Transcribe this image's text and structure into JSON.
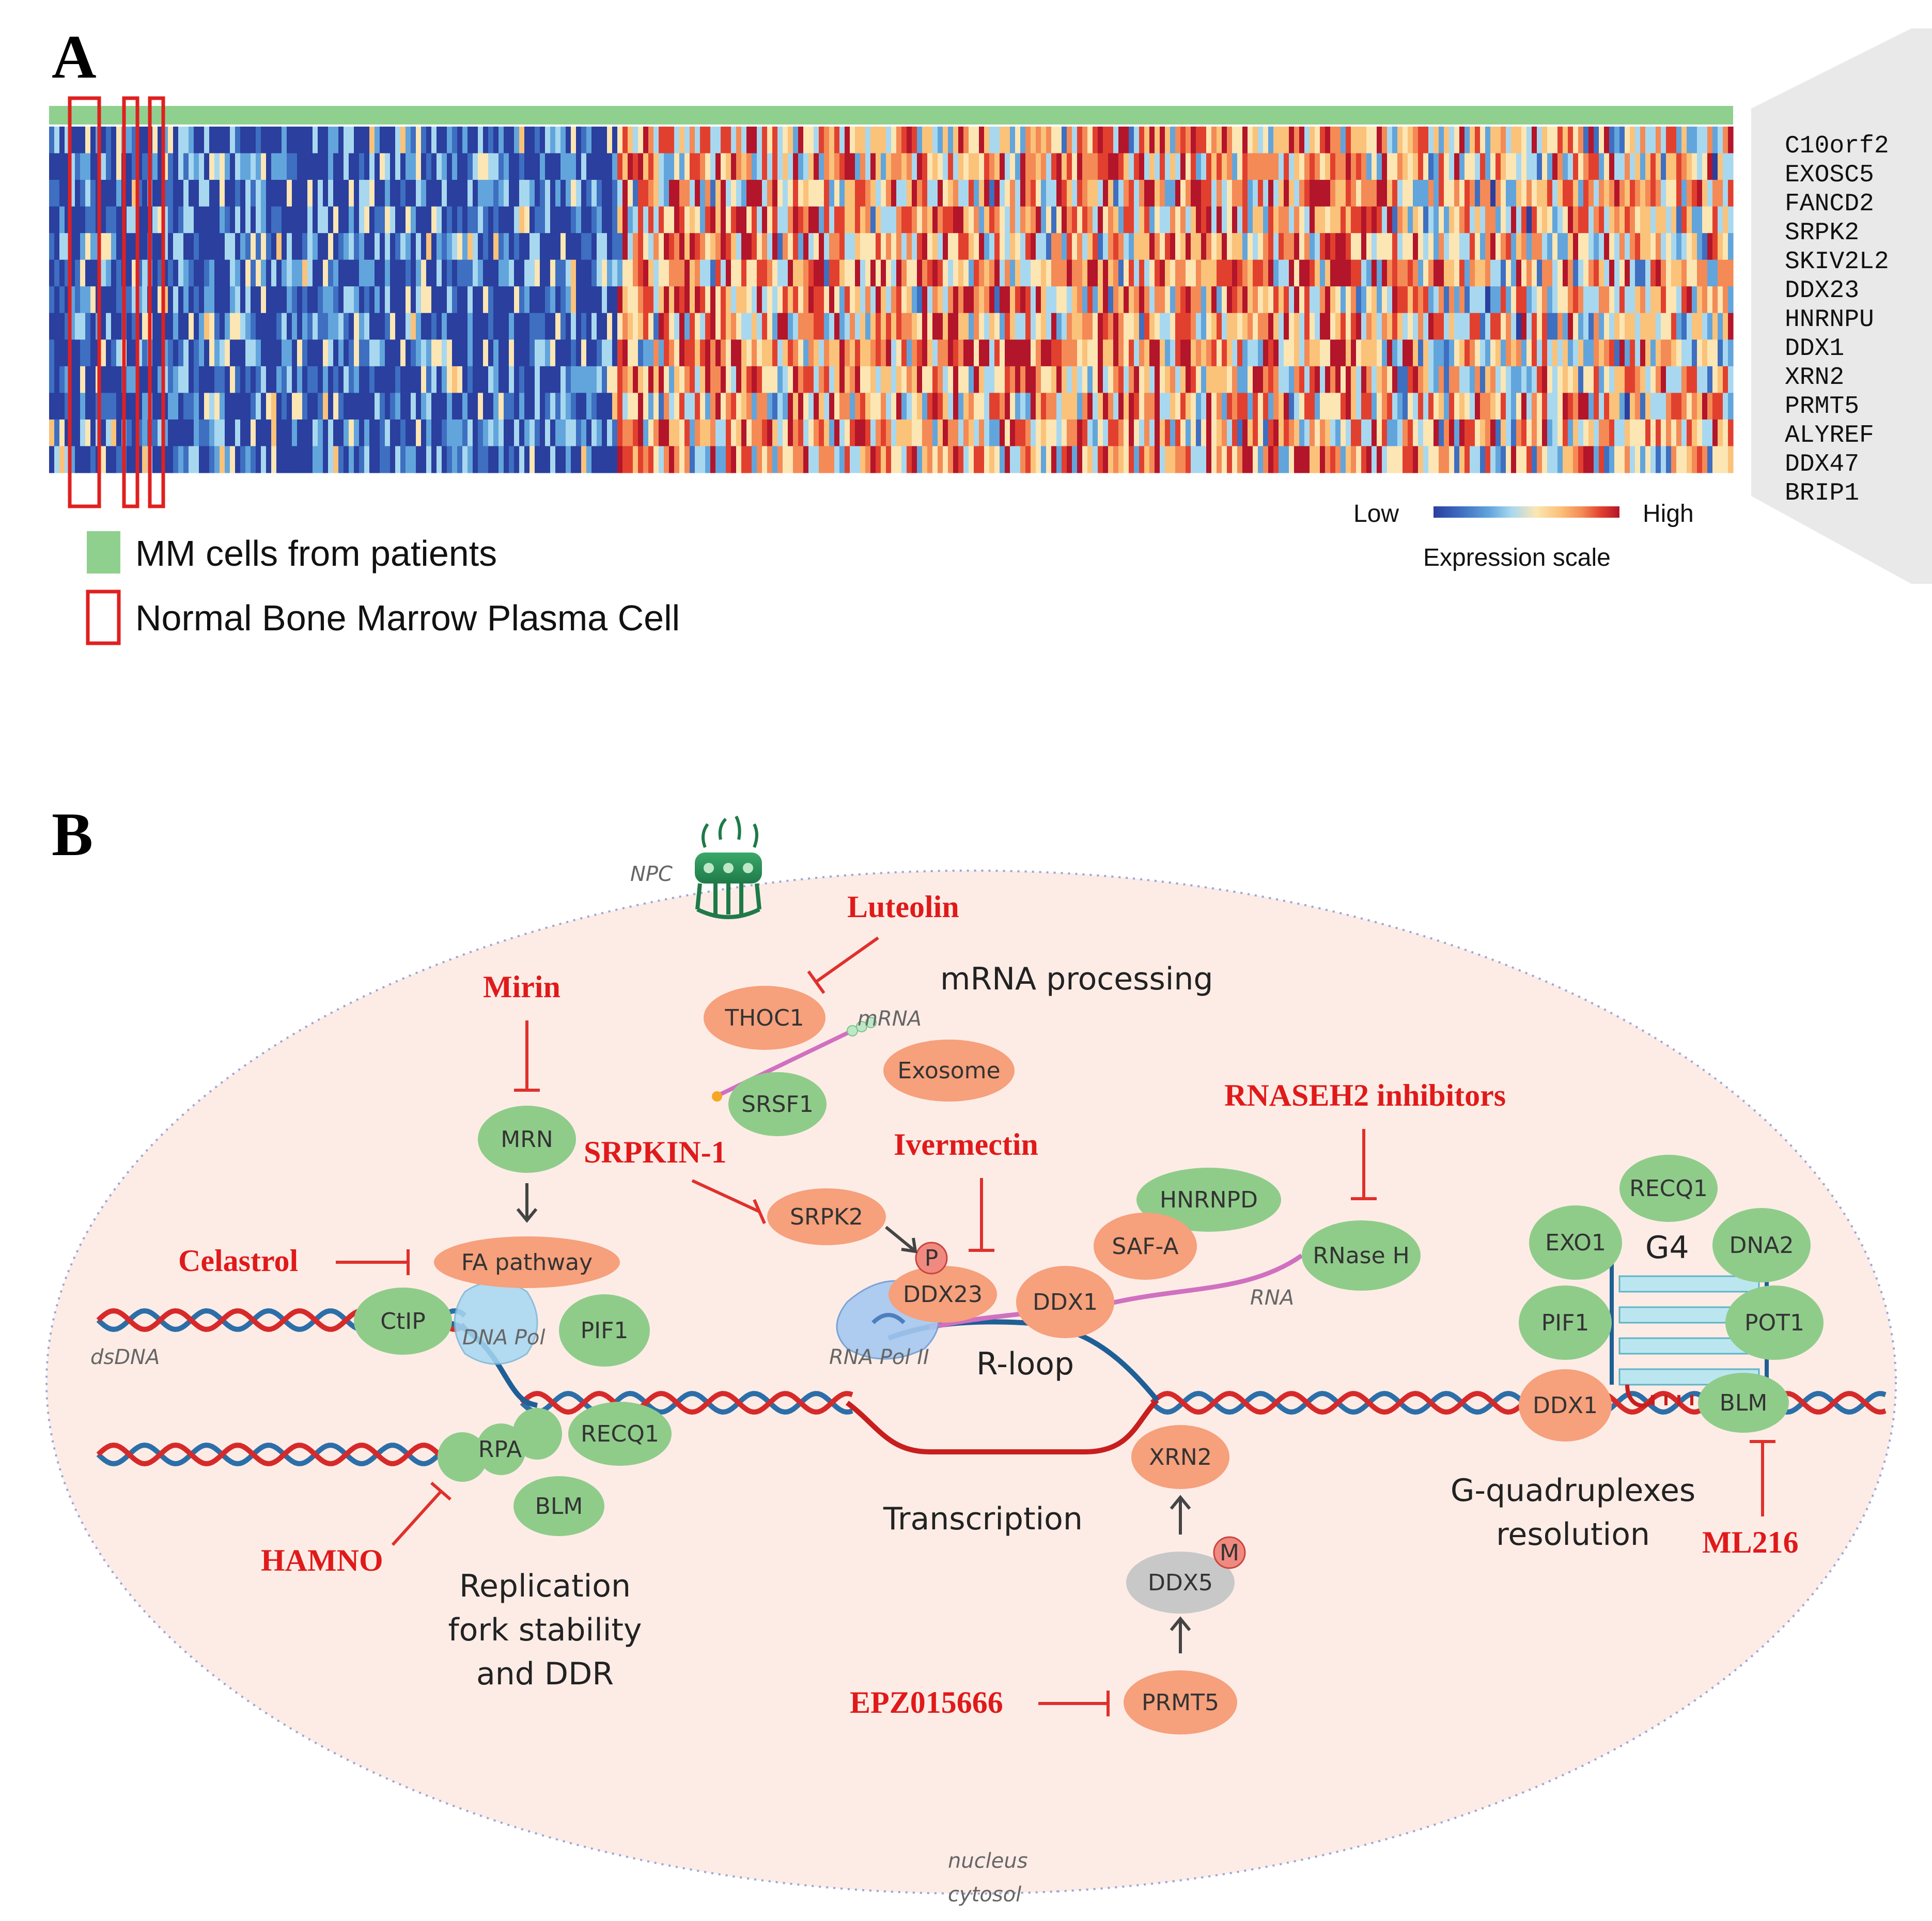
{
  "panel_a": {
    "label": "A",
    "genes": [
      "C10orf2",
      "EXOSC5",
      "FANCD2",
      "SRPK2",
      "SKIV2L2",
      "DDX23",
      "HNRNPU",
      "DDX1",
      "XRN2",
      "PRMT5",
      "ALYREF",
      "DDX47",
      "BRIP1"
    ],
    "legend": {
      "mm_cells": "MM cells from patients",
      "normal_cells": "Normal Bone Marrow Plasma Cell",
      "mm_color": "#8fd08f",
      "normal_color": "#e02020"
    },
    "scale": {
      "low": "Low",
      "high": "High",
      "title": "Expression scale",
      "colors": [
        "#2a3f9e",
        "#3e6fc1",
        "#62a5dc",
        "#a8d8ef",
        "#fbe6b4",
        "#fbc27a",
        "#f48a55",
        "#e2402f",
        "#b3152a"
      ]
    }
  },
  "panel_b": {
    "label": "B",
    "drugs": {
      "luteolin": "Luteolin",
      "mirin": "Mirin",
      "srpkin": "SRPKIN-1",
      "ivermectin": "Ivermectin",
      "rnaseh2": "RNASEH2 inhibitors",
      "celastrol": "Celastrol",
      "hamno": "HAMNO",
      "epz": "EPZ015666",
      "ml216": "ML216"
    },
    "proteins": {
      "thoc1": "THOC1",
      "srsf1": "SRSF1",
      "exosome": "Exosome",
      "mrn": "MRN",
      "fa": "FA pathway",
      "srpk2": "SRPK2",
      "p": "P",
      "ddx23": "DDX23",
      "ddx1": "DDX1",
      "safa": "SAF-A",
      "hnrnpd": "HNRNPD",
      "rnaseh": "RNase H",
      "ctip": "CtIP",
      "pif1": "PIF1",
      "rpa": "RPA",
      "recq1": "RECQ1",
      "blm": "BLM",
      "xrn2": "XRN2",
      "ddx5": "DDX5",
      "m": "M",
      "prmt5": "PRMT5",
      "g4_recq1": "RECQ1",
      "exo1": "EXO1",
      "dna2": "DNA2",
      "g4_pif1": "PIF1",
      "pot1": "POT1",
      "g4_ddx1": "DDX1",
      "g4_blm": "BLM"
    },
    "labels": {
      "npc": "NPC",
      "mrna": "mRNA",
      "rna": "RNA",
      "dsdna": "dsDNA",
      "dnapol": "DNA Pol",
      "rnapol": "RNA Pol II",
      "nucleus": "nucleus",
      "cytosol": "cytosol",
      "g4": "G4"
    },
    "processes": {
      "mrna_processing": "mRNA processing",
      "rloop": "R-loop",
      "transcription": "Transcription",
      "rep_1": "Replication",
      "rep_2": "fork stability",
      "rep_3": "and DDR",
      "g4_1": "G-quadruplexes",
      "g4_2": "resolution"
    },
    "colors": {
      "nucleus_fill": "#fdece6",
      "orange_protein": "#f6a07c",
      "green_protein": "#8fcc8a",
      "drug": "#e01a1a",
      "dna_blue": "#2c6ea8",
      "dna_red": "#d62a2a",
      "rna": "#d070c0"
    }
  }
}
